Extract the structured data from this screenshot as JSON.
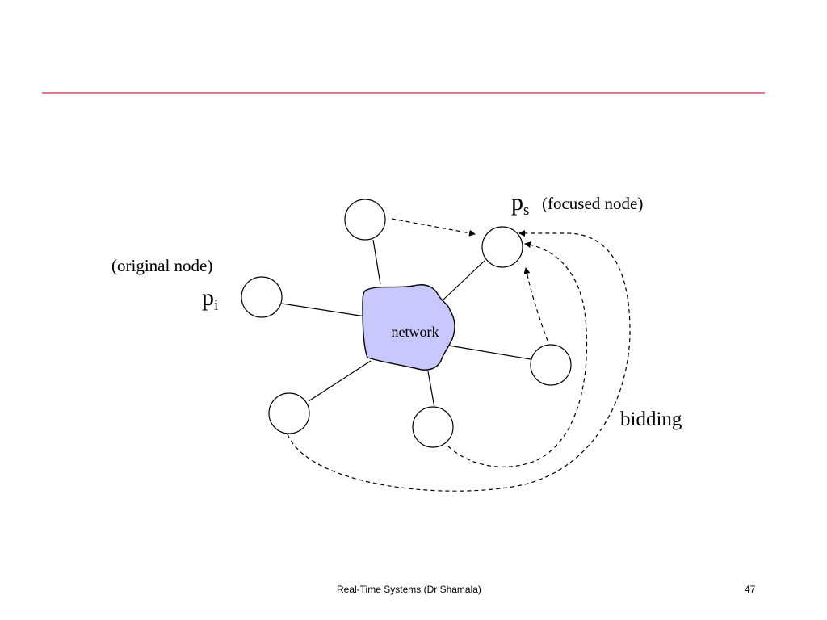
{
  "labels": {
    "focused_symbol": "p",
    "focused_sub": "s",
    "focused_desc": "(focused node)",
    "original_desc": "(original node)",
    "original_symbol": "p",
    "original_sub": "i",
    "network": "network",
    "bidding": "bidding"
  },
  "footer": {
    "title": "Real-Time Systems (Dr Shamala)",
    "page": "47"
  },
  "colors": {
    "rule": "#c0304a",
    "network_fill": "#c8c8ff"
  }
}
